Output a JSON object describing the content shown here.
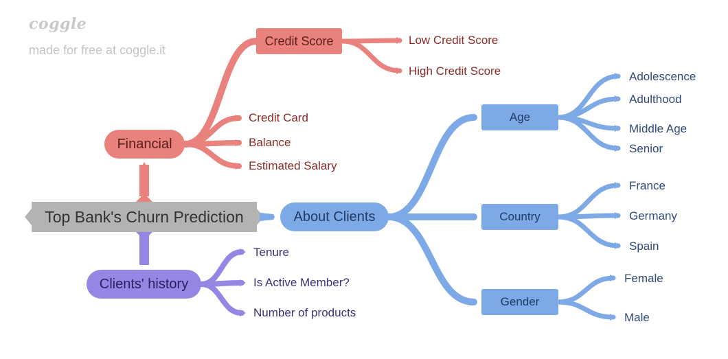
{
  "watermark": {
    "logo": "coggle",
    "subtitle": "made for free at coggle.it"
  },
  "colors": {
    "root": "#b3b3b3",
    "root_text": "#333333",
    "financial": "#e9827c",
    "financial_text": "#8a2b26",
    "clients": "#7ea9e7",
    "clients_text": "#2f4a78",
    "history": "#9487e4",
    "history_text": "#3a2f7a"
  },
  "root": {
    "label": "Top Bank's Churn Prediction"
  },
  "financial": {
    "label": "Financial",
    "children": [
      {
        "label": "Credit Score",
        "children": [
          "Low Credit Score",
          "High Credit Score"
        ]
      },
      {
        "label": "Credit Card"
      },
      {
        "label": "Balance"
      },
      {
        "label": "Estimated Salary"
      }
    ]
  },
  "about_clients": {
    "label": "About Clients",
    "children": [
      {
        "label": "Age",
        "children": [
          "Adolescence",
          "Adulthood",
          "Middle Age",
          "Senior"
        ]
      },
      {
        "label": "Country",
        "children": [
          "France",
          "Germany",
          "Spain"
        ]
      },
      {
        "label": "Gender",
        "children": [
          "Female",
          "Male"
        ]
      }
    ]
  },
  "clients_history": {
    "label": "Clients' history",
    "children": [
      "Tenure",
      "Is Active Member?",
      "Number of products"
    ]
  }
}
